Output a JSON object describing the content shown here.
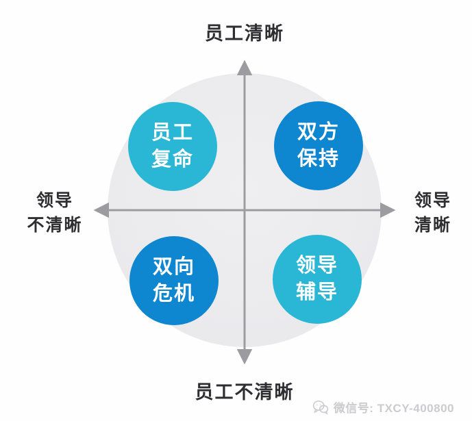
{
  "diagram": {
    "type": "quadrant-matrix",
    "axes": {
      "top_label": "员工清晰",
      "bottom_label": "员工不清晰",
      "left_label": "领导\n不清晰",
      "right_label": "领导\n清晰",
      "axis_color": "#9b9ba0"
    },
    "quadrants": {
      "top_left": {
        "label": "员工\n复命",
        "color": "#29b7d5"
      },
      "top_right": {
        "label": "双方\n保持",
        "color": "#0f86d0"
      },
      "bottom_left": {
        "label": "双向\n危机",
        "color": "#0f86d0"
      },
      "bottom_right": {
        "label": "领导\n辅导",
        "color": "#29b7d5"
      }
    },
    "background_circle_color": "#ebebee"
  },
  "watermark": {
    "icon": "wechat-icon",
    "text": "微信号: TXCY-400800",
    "color": "#cbcbd0"
  }
}
